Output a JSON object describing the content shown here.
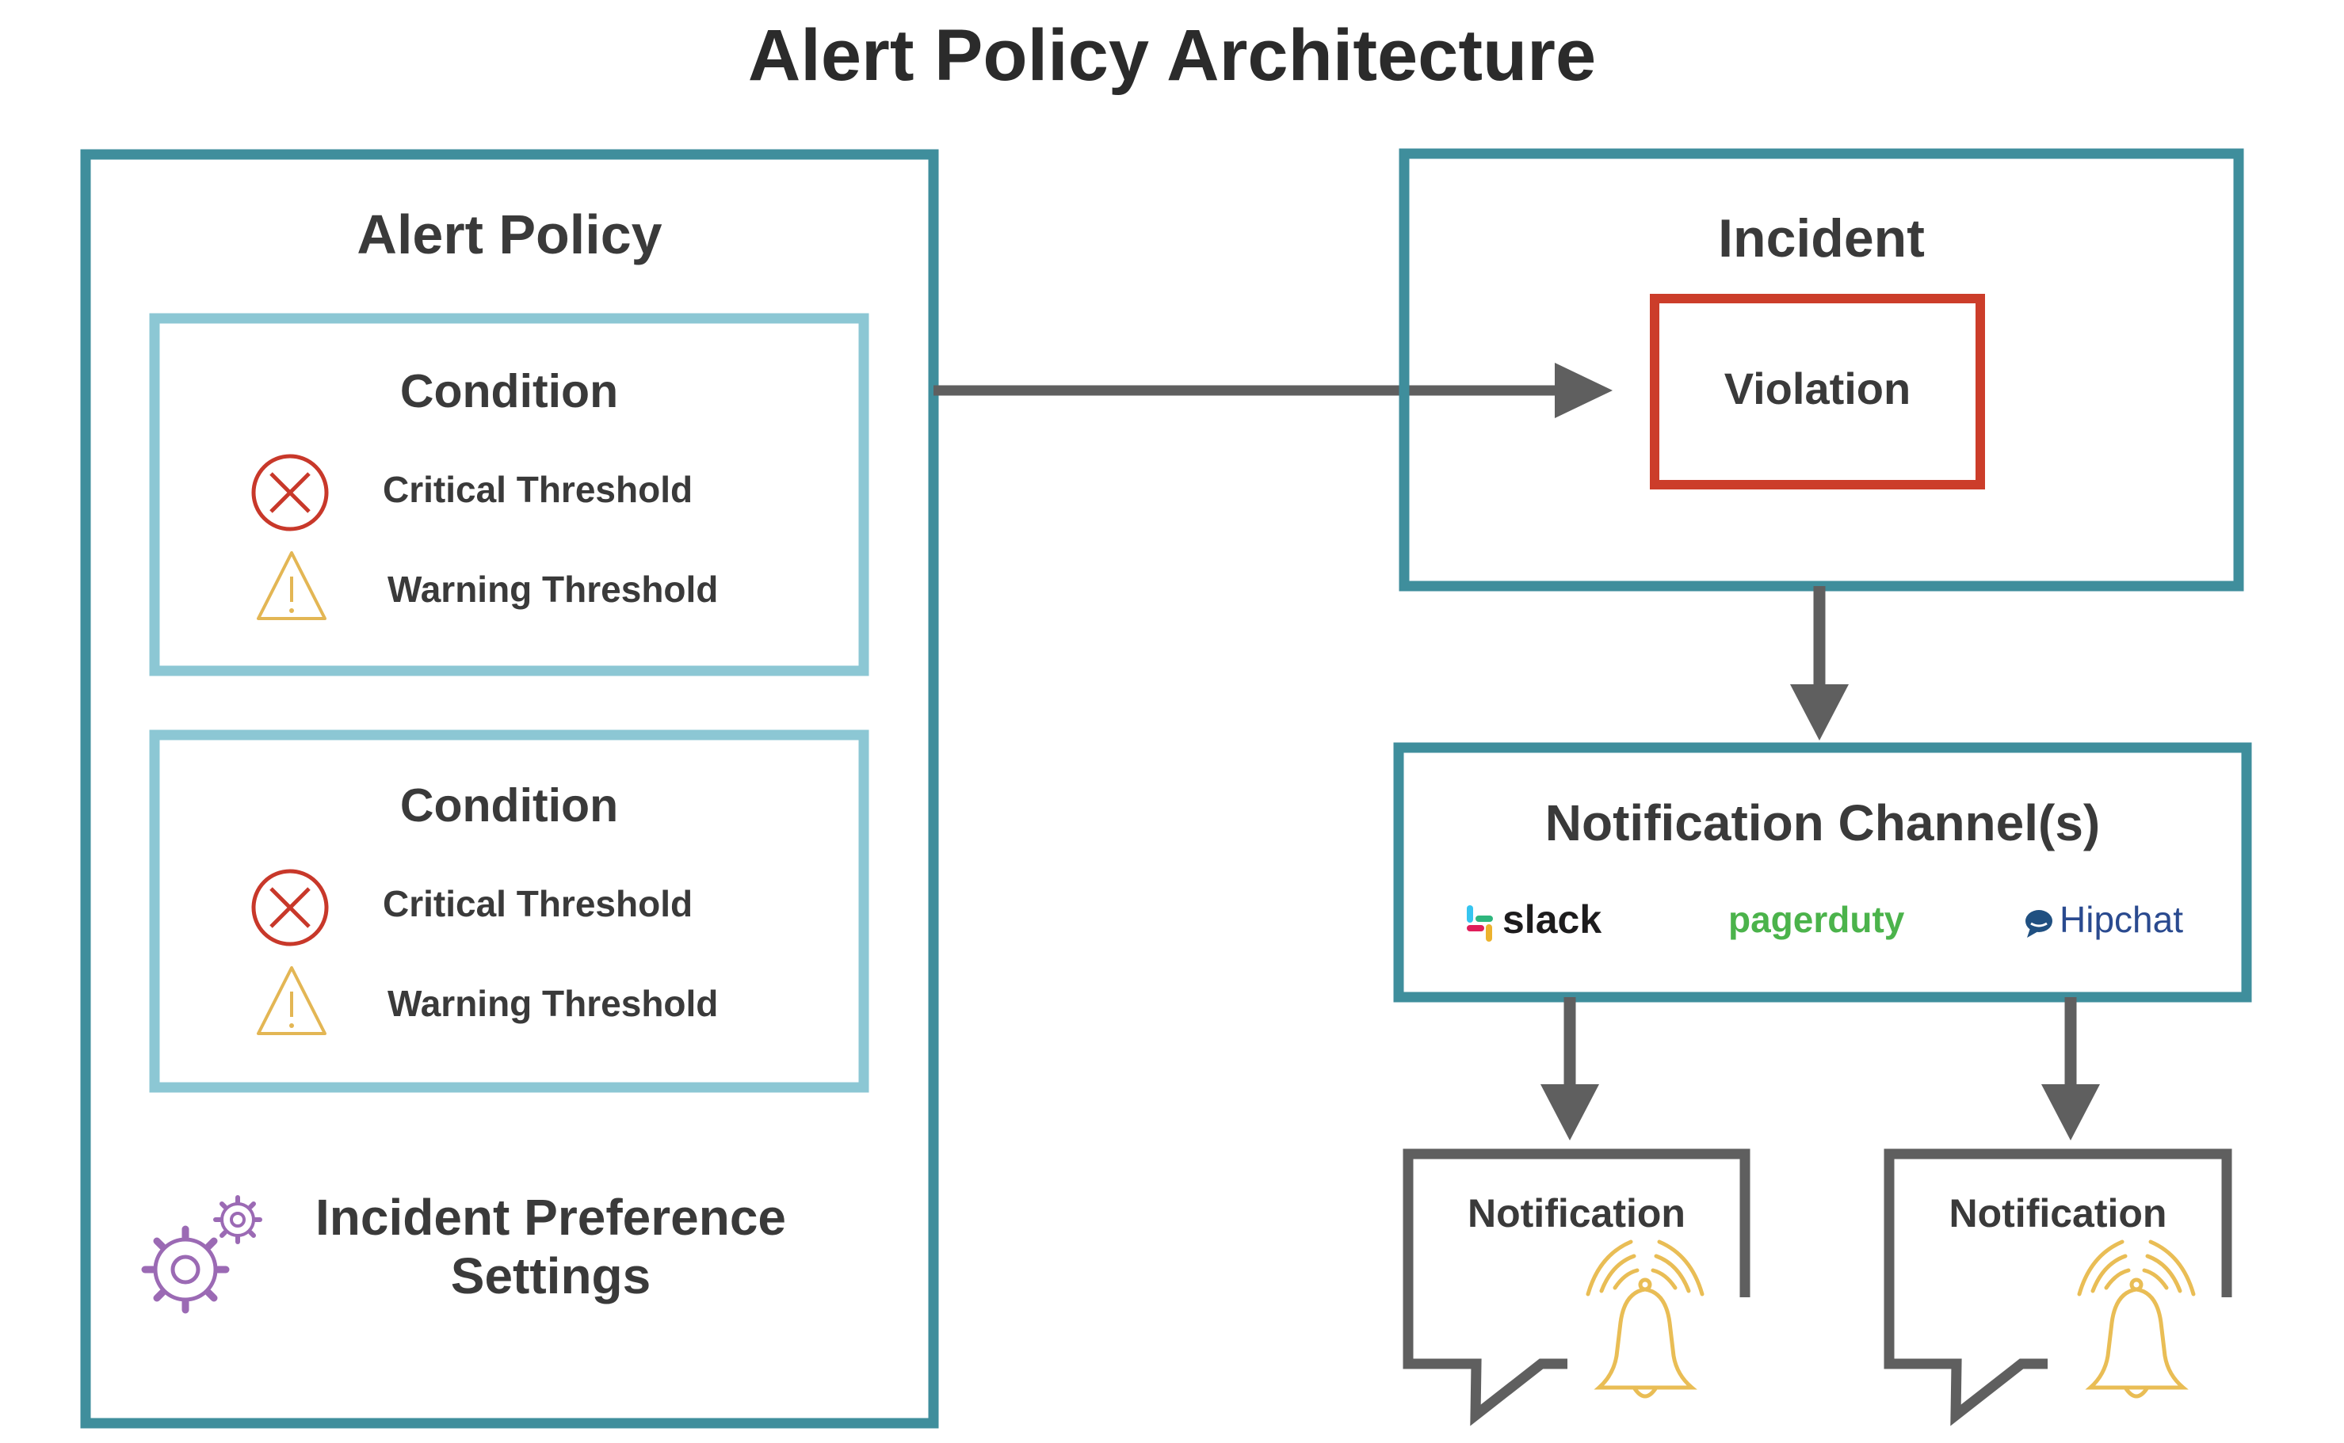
{
  "title": "Alert Policy Architecture",
  "alert_policy": {
    "label": "Alert Policy",
    "conditions": [
      {
        "label": "Condition",
        "critical_label": "Critical Threshold",
        "warning_label": "Warning Threshold"
      },
      {
        "label": "Condition",
        "critical_label": "Critical Threshold",
        "warning_label": "Warning Threshold"
      }
    ],
    "preferences": {
      "line1": "Incident Preference",
      "line2": "Settings"
    }
  },
  "incident": {
    "label": "Incident",
    "violation_label": "Violation"
  },
  "channels": {
    "label": "Notification Channel(s)",
    "items": [
      {
        "name": "slack",
        "icon": "slack-logo",
        "color": "#1d1c1d"
      },
      {
        "name": "pagerduty",
        "icon": "pagerduty-logo",
        "color": "#4bb34b"
      },
      {
        "name": "Hipchat",
        "icon": "hipchat-logo",
        "color": "#2a4a8f"
      }
    ]
  },
  "notifications": [
    {
      "label": "Notification",
      "icon": "bell-ringing-icon"
    },
    {
      "label": "Notification",
      "icon": "bell-ringing-icon"
    }
  ],
  "colors": {
    "outer_border": "#3f8e9c",
    "condition_border": "#8cc7d4",
    "violation_border": "#cc3d2a",
    "arrow": "#5f5f5f",
    "critical": "#c8382a",
    "warning": "#e3b654",
    "gear": "#9b6ab4",
    "bell": "#e9bd55"
  }
}
